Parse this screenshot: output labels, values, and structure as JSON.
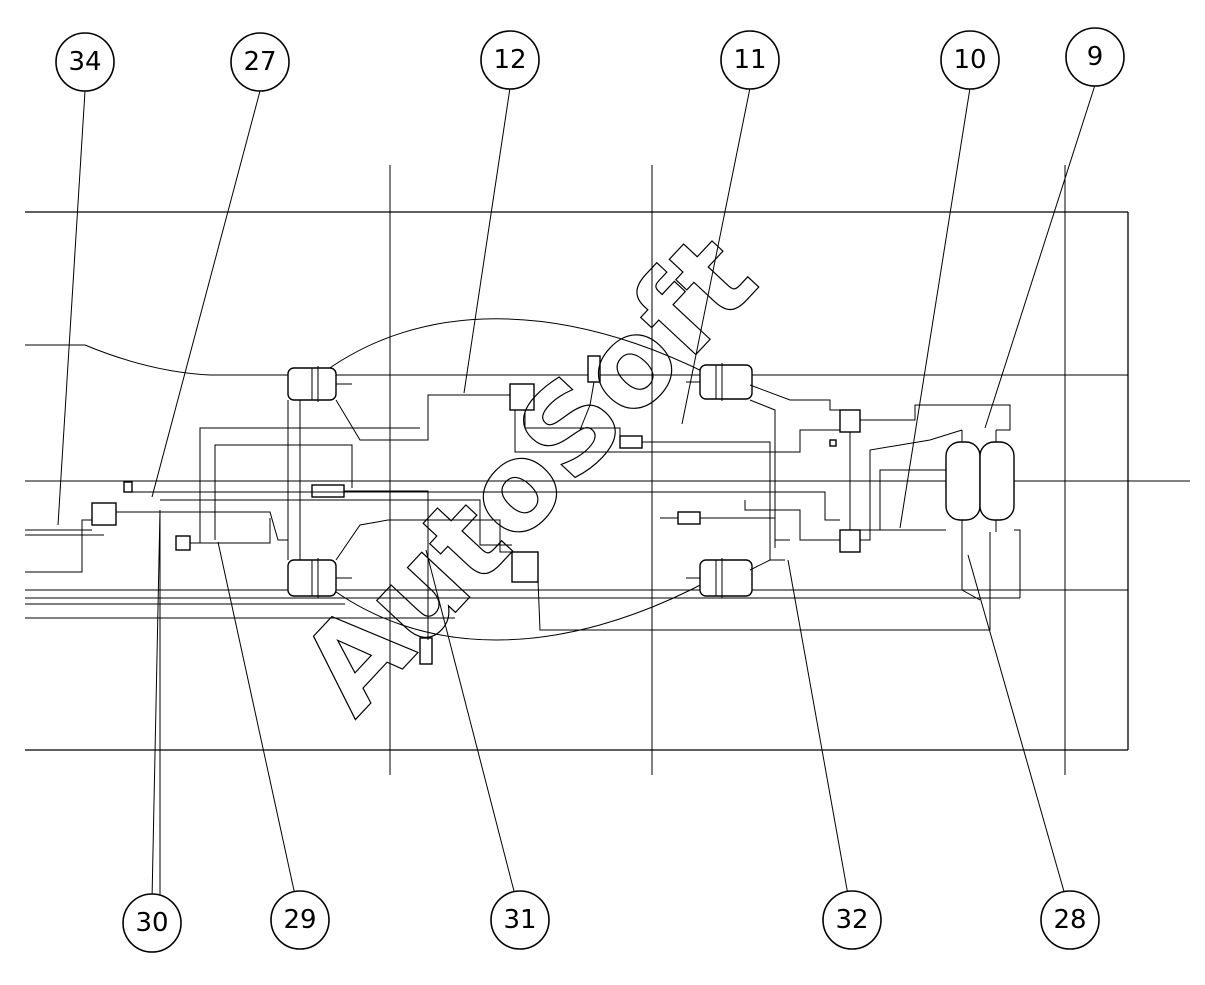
{
  "watermark": "AutoSoft",
  "callouts": [
    {
      "id": "c34",
      "label": "34"
    },
    {
      "id": "c27",
      "label": "27"
    },
    {
      "id": "c12",
      "label": "12"
    },
    {
      "id": "c11",
      "label": "11"
    },
    {
      "id": "c10",
      "label": "10"
    },
    {
      "id": "c9",
      "label": "9"
    },
    {
      "id": "c30",
      "label": "30"
    },
    {
      "id": "c29",
      "label": "29"
    },
    {
      "id": "c31",
      "label": "31"
    },
    {
      "id": "c32",
      "label": "32"
    },
    {
      "id": "c28",
      "label": "28"
    }
  ]
}
